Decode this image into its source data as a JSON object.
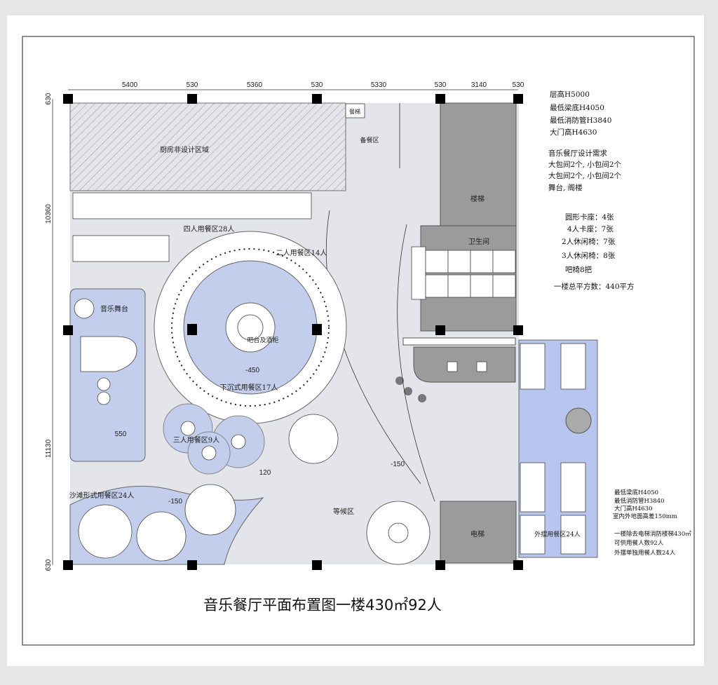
{
  "title": "音乐餐厅平面布置图一楼430㎡92人",
  "dimensions": {
    "top": [
      "5400",
      "530",
      "5360",
      "530",
      "5330",
      "530",
      "3140",
      "530"
    ],
    "left": [
      "630",
      "10360",
      "11130",
      "630"
    ]
  },
  "rooms": {
    "kitchen": "厨房非设计区域",
    "dumbwaiter": "餐梯",
    "prep": "备餐区",
    "stairs": "楼梯",
    "restroom": "卫生间",
    "elevator": "电梯",
    "stage": "音乐舞台",
    "four_person": "四人用餐区28人",
    "two_person": "二人用餐区14人",
    "bar": "吧台及酒柜",
    "sunken": "下沉式用餐区17人",
    "three_person": "三人用餐区9人",
    "beach": "沙滩形式用餐区24人",
    "waiting": "等候区",
    "outdoor": "外摆用餐区24人"
  },
  "levels": [
    "-450",
    "550",
    "-150",
    "120",
    "-150"
  ],
  "notes_top": [
    "层高H5000",
    "最低梁底H4050",
    "最低消防管H3840",
    "大门高H4630"
  ],
  "requirements": [
    "音乐餐厅设计需求",
    "大包间2个, 小包间2个",
    "大包间2个, 小包间2个",
    "舞台, 阁楼"
  ],
  "seating": [
    "圆形卡座：4张",
    "4人卡座：7张",
    "2人休闲椅：7张",
    "3人休闲椅：8张",
    "吧椅8把",
    "一楼总平方数：440平方"
  ],
  "notes_bottom": [
    "最低梁底H4050",
    "最低消防管H3840",
    "大门高H4630",
    "室内外地面高差150mm",
    "一楼除去电梯消防楼梯430㎡",
    "可供用餐人数92人",
    "外摆单独用餐人数24人"
  ],
  "colors": {
    "floor": "#e4e5ea",
    "zone_blue": "#c3cdec",
    "outdoor_blue": "#b7c5ef",
    "service_gray": "#9b9b9b"
  }
}
